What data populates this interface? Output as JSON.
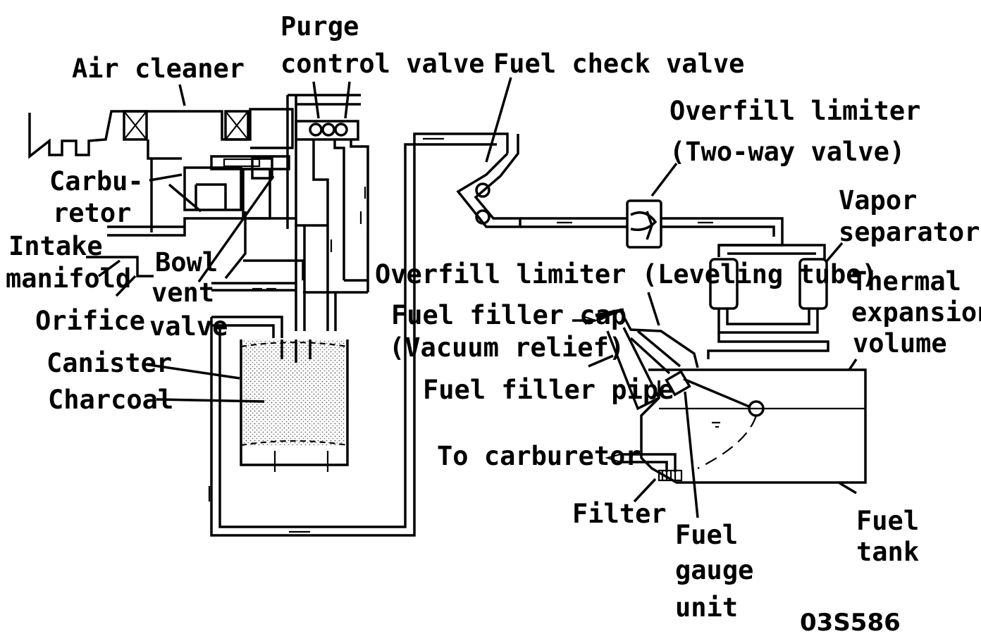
{
  "labels": {
    "air_cleaner": "Air cleaner",
    "purge_1": "Purge",
    "purge_2": "control valve",
    "fuel_check_valve": "Fuel check valve",
    "overfill_two_way_1": "Overfill limiter",
    "overfill_two_way_2": "(Two-way valve)",
    "vapor_1": "Vapor",
    "vapor_2": "separator",
    "carburetor_1": "Carbu-",
    "carburetor_2": "retor",
    "intake_1": "Intake",
    "intake_2": "manifold",
    "bowl_1": "Bowl",
    "bowl_2": "vent",
    "bowl_3": "valve",
    "orifice": "Orifice",
    "overfill_leveling": "Overfill limiter (Leveling tube)",
    "thermal_1": "Thermal",
    "thermal_2": "expansion",
    "thermal_3": "volume",
    "filler_cap_1": "Fuel filler cap",
    "filler_cap_2": "(Vacuum relief)",
    "filler_pipe": "Fuel filler pipe",
    "canister": "Canister",
    "charcoal": "Charcoal",
    "to_carburetor": "To carburetor",
    "filter": "Filter",
    "gauge_1": "Fuel",
    "gauge_2": "gauge",
    "gauge_3": "unit",
    "fuel_tank_1": "Fuel",
    "fuel_tank_2": "tank",
    "figure_code": "03S586"
  }
}
